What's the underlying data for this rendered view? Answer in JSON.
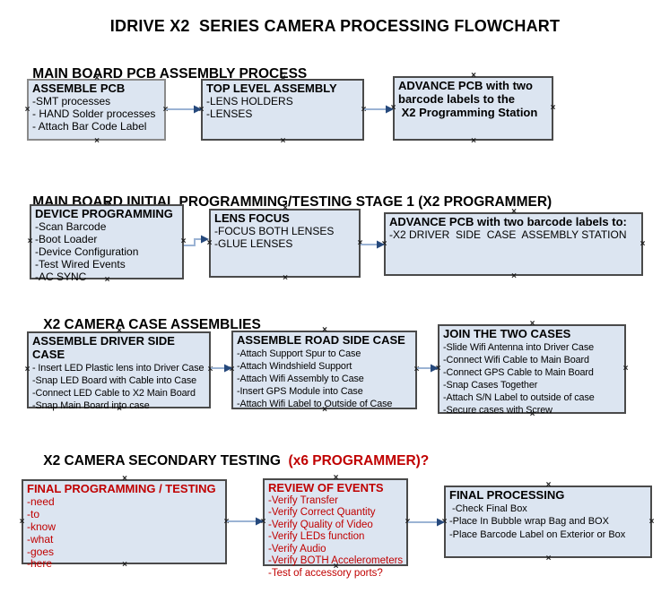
{
  "title": "IDRIVE X2  SERIES CAMERA PROCESSING FLOWCHART",
  "colors": {
    "box_fill": "#dce5f1",
    "box_border": "#4a4a4a",
    "red_accent": "#c00000",
    "connector_line": "#9bb3d4",
    "connector_arrowhead": "#26497c"
  },
  "sections": [
    {
      "heading": "MAIN BOARD PCB ASSEMBLY PROCESS",
      "boxes": [
        {
          "title": "ASSEMBLE PCB",
          "lines": [
            "-SMT processes",
            "- HAND Solder processes",
            "- Attach Bar Code Label"
          ]
        },
        {
          "title": "TOP LEVEL ASSEMBLY",
          "lines": [
            "-LENS HOLDERS",
            "-LENSES"
          ]
        },
        {
          "title": "ADVANCE PCB with two barcode labels to the\n X2 Programming Station",
          "lines": []
        }
      ]
    },
    {
      "heading": "MAIN BOARD INITIAL PROGRAMMING/TESTING STAGE 1 (X2 PROGRAMMER)",
      "boxes": [
        {
          "title": "DEVICE PROGRAMMING",
          "lines": [
            "-Scan Barcode",
            "-Boot Loader",
            "-Device Configuration",
            "-Test Wired Events",
            "-AC SYNC"
          ]
        },
        {
          "title": "LENS FOCUS",
          "lines": [
            "-FOCUS BOTH LENSES",
            "-GLUE LENSES"
          ]
        },
        {
          "title": "ADVANCE PCB with two barcode labels to:",
          "lines": [
            "-X2 DRIVER  SIDE  CASE  ASSEMBLY STATION"
          ]
        }
      ]
    },
    {
      "heading": "X2 CAMERA CASE ASSEMBLIES",
      "boxes": [
        {
          "title": "ASSEMBLE DRIVER SIDE CASE",
          "lines": [
            "- Insert LED Plastic lens into Driver Case",
            "-Snap LED Board with Cable into Case",
            "-Connect LED Cable to X2 Main Board",
            "-Snap Main Board into case"
          ]
        },
        {
          "title": "ASSEMBLE ROAD SIDE CASE",
          "lines": [
            "-Attach Support Spur to Case",
            "-Attach Windshield Support",
            "-Attach Wifi Assembly to Case",
            "-Insert GPS Module into Case",
            "-Attach Wifi Label to Outside of Case"
          ]
        },
        {
          "title": "JOIN THE TWO CASES",
          "lines": [
            "-Slide Wifi Antenna into Driver Case",
            "-Connect Wifi Cable to Main Board",
            "-Connect GPS Cable to Main Board",
            "-Snap Cases Together",
            "-Attach S/N Label to outside of case",
            "-Secure cases with Screw"
          ]
        }
      ]
    },
    {
      "heading": "X2 CAMERA SECONDARY TESTING ",
      "heading_suffix": " (x6 PROGRAMMER)?",
      "boxes": [
        {
          "title": "FINAL PROGRAMMING / TESTING",
          "lines": [
            "-need",
            "-to",
            "-know",
            "-what",
            "-goes",
            "-here"
          ]
        },
        {
          "title": "REVIEW OF EVENTS",
          "lines": [
            "-Verify Transfer",
            "-Verify Correct Quantity",
            "-Verify Quality of Video",
            "-Verify LEDs function",
            "-Verify Audio",
            "-Verify BOTH Accelerometers",
            "-Test of accessory ports?"
          ]
        },
        {
          "title": "FINAL PROCESSING",
          "lines": [
            " -Check Final Box",
            "-Place In Bubble wrap Bag and BOX",
            "-Place Barcode Label on Exterior or Box"
          ]
        }
      ]
    }
  ]
}
